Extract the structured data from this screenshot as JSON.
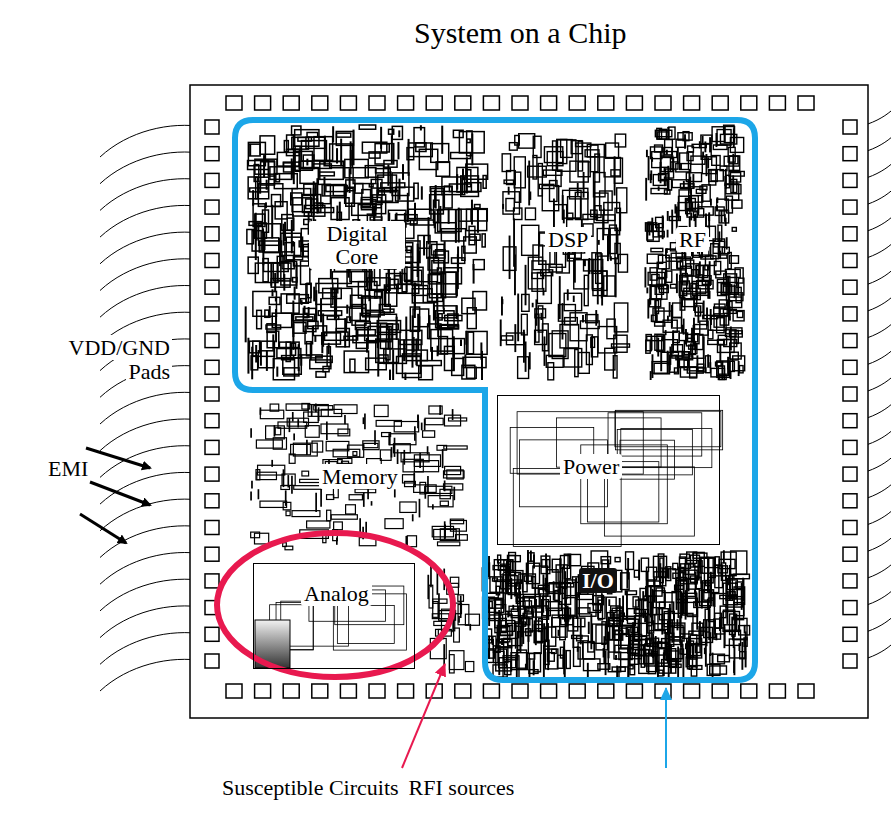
{
  "diagram": {
    "title": "System on a Chip",
    "nodes": [
      {
        "text": [
          "Digital Core"
        ]
      },
      {
        "text": [
          "DSP"
        ]
      },
      {
        "text": [
          "RF"
        ]
      },
      {
        "text": [
          "Memory"
        ]
      },
      {
        "text": [
          "Power"
        ]
      },
      {
        "text": [
          "I/O"
        ]
      },
      {
        "text": [
          "Analog"
        ]
      }
    ],
    "labels": [
      "VDD/GND Pads",
      "EMI",
      "Susceptible Circuits",
      "RFI sources"
    ]
  }
}
